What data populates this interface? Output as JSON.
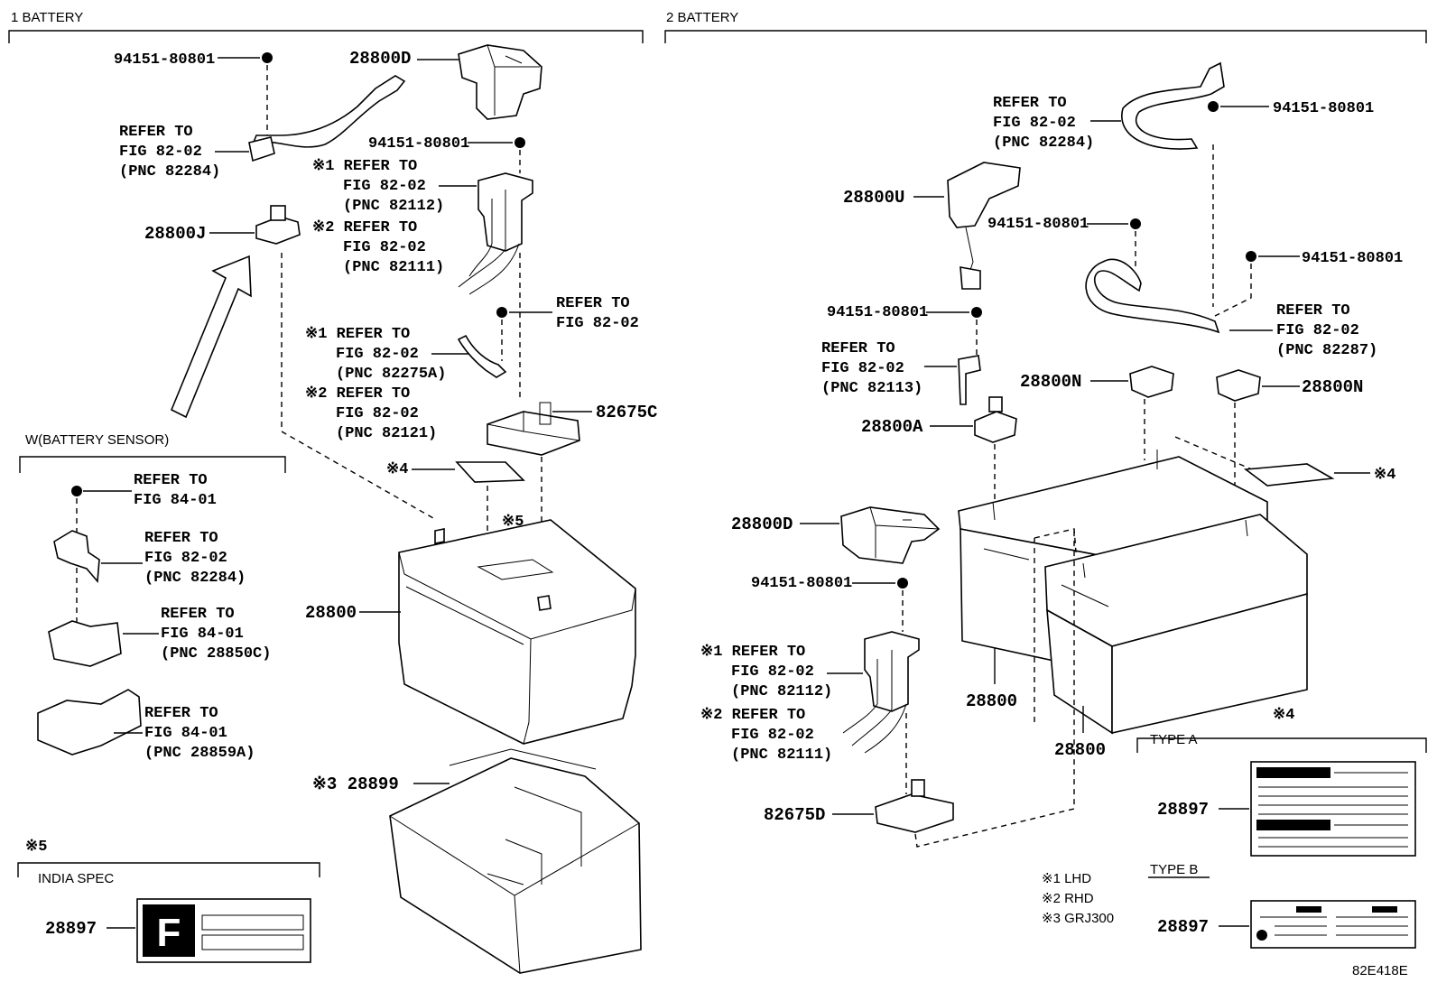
{
  "sections": {
    "battery1": "1 BATTERY",
    "battery2": "2 BATTERY",
    "sensor": "W(BATTERY SENSOR)",
    "india_mark": "※5",
    "india": "INDIA SPEC",
    "type_a_mark": "※4",
    "type_a": "TYPE A",
    "type_b": "TYPE B"
  },
  "legend": {
    "lhd": "※1 LHD",
    "rhd": "※2 RHD",
    "grj": "※3 GRJ300"
  },
  "figure_id": "82E418E",
  "india_label_letter": "F",
  "left": {
    "nut_a": "94151-80801",
    "ref_a": [
      "REFER TO",
      "FIG 82-02",
      "(PNC 82284)"
    ],
    "p_28800D": "28800D",
    "nut_b": "94151-80801",
    "ref_b": [
      "※1 REFER TO",
      "FIG 82-02",
      "(PNC 82112)"
    ],
    "ref_c": [
      "※2 REFER TO",
      "FIG 82-02",
      "(PNC 82111)"
    ],
    "p_28800J": "28800J",
    "ref_d": [
      "REFER TO",
      "FIG 82-02"
    ],
    "ref_e": [
      "※1 REFER TO",
      "FIG 82-02",
      "(PNC 82275A)"
    ],
    "ref_f": [
      "※2 REFER TO",
      "FIG 82-02",
      "(PNC 82121)"
    ],
    "p_82675C": "82675C",
    "mark4": "※4",
    "mark5": "※5",
    "p_28800": "28800",
    "p_28899": "※3 28899",
    "p_28897": "28897",
    "sensor_ref1": [
      "REFER TO",
      "FIG 84-01"
    ],
    "sensor_ref2": [
      "REFER TO",
      "FIG 82-02",
      "(PNC 82284)"
    ],
    "sensor_ref3": [
      "REFER TO",
      "FIG 84-01",
      "(PNC 28850C)"
    ],
    "sensor_ref4": [
      "REFER TO",
      "FIG 84-01",
      "(PNC 28859A)"
    ]
  },
  "right": {
    "ref_a": [
      "REFER TO",
      "FIG 82-02",
      "(PNC 82284)"
    ],
    "nut_a": "94151-80801",
    "p_28800U": "28800U",
    "nut_b": "94151-80801",
    "nut_c": "94151-80801",
    "nut_d": "94151-80801",
    "ref_b": [
      "REFER TO",
      "FIG 82-02",
      "(PNC 82287)"
    ],
    "ref_c": [
      "REFER TO",
      "FIG 82-02",
      "(PNC 82113)"
    ],
    "p_28800N_l": "28800N",
    "p_28800N_r": "28800N",
    "p_28800A": "28800A",
    "mark4": "※4",
    "p_28800D": "28800D",
    "nut_e": "94151-80801",
    "ref_d": [
      "※1 REFER TO",
      "FIG 82-02",
      "(PNC 82112)"
    ],
    "ref_e": [
      "※2 REFER TO",
      "FIG 82-02",
      "(PNC 82111)"
    ],
    "p_82675D": "82675D",
    "p_28800_a": "28800",
    "p_28800_b": "28800",
    "p_28897_a": "28897",
    "p_28897_b": "28897"
  }
}
